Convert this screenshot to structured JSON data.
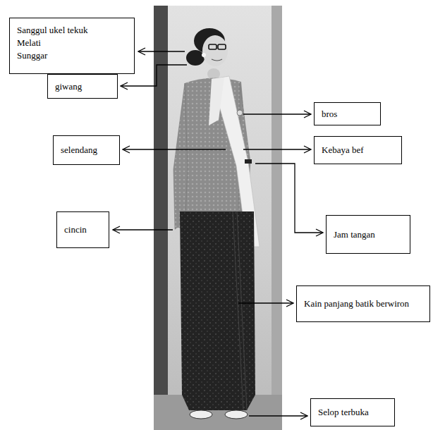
{
  "diagram": {
    "nodes": [
      {
        "text": [
          "Sanggul ukel tekuk",
          "Melati",
          "Sunggar"
        ]
      },
      {
        "text": [
          "giwang"
        ]
      },
      {
        "text": [
          "bros"
        ]
      },
      {
        "text": [
          "selendang"
        ]
      },
      {
        "text": [
          "Kebaya bef"
        ]
      },
      {
        "text": [
          "cincin"
        ]
      },
      {
        "text": [
          "Jam tangan"
        ]
      },
      {
        "text": [
          "Kain panjang batik berwiron"
        ]
      },
      {
        "text": [
          "Selop terbuka"
        ]
      }
    ]
  }
}
